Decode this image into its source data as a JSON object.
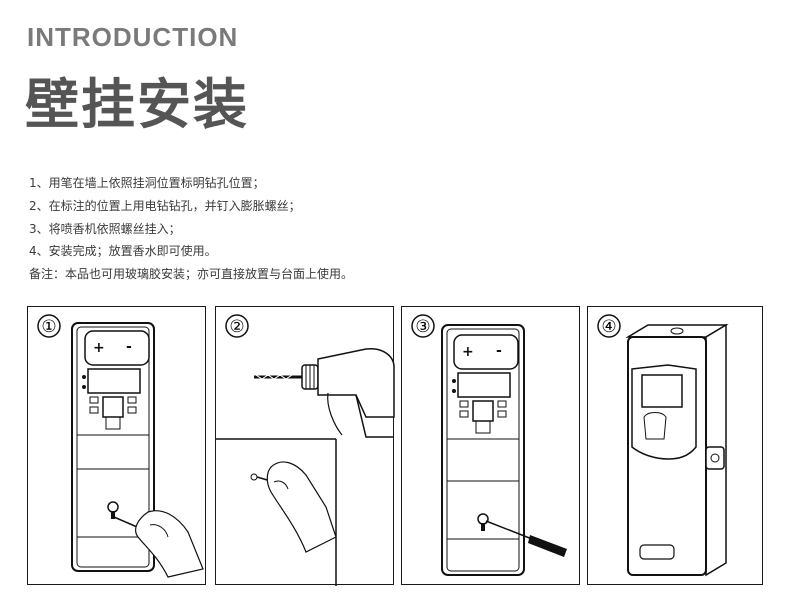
{
  "header": {
    "eyebrow": "INTRODUCTION",
    "title": "壁挂安装"
  },
  "steps": [
    "1、用笔在墙上依照挂洞位置标明钻孔位置；",
    "2、在标注的位置上用电钻钻孔，并钉入膨胀螺丝；",
    "3、将喷香机依照螺丝挂入；",
    "4、安装完成；放置香水即可使用。"
  ],
  "note": "备注：本品也可用玻璃胶安装；亦可直接放置与台面上使用。",
  "panels": [
    {
      "number": "①"
    },
    {
      "number": "②"
    },
    {
      "number": "③"
    },
    {
      "number": "④"
    }
  ]
}
